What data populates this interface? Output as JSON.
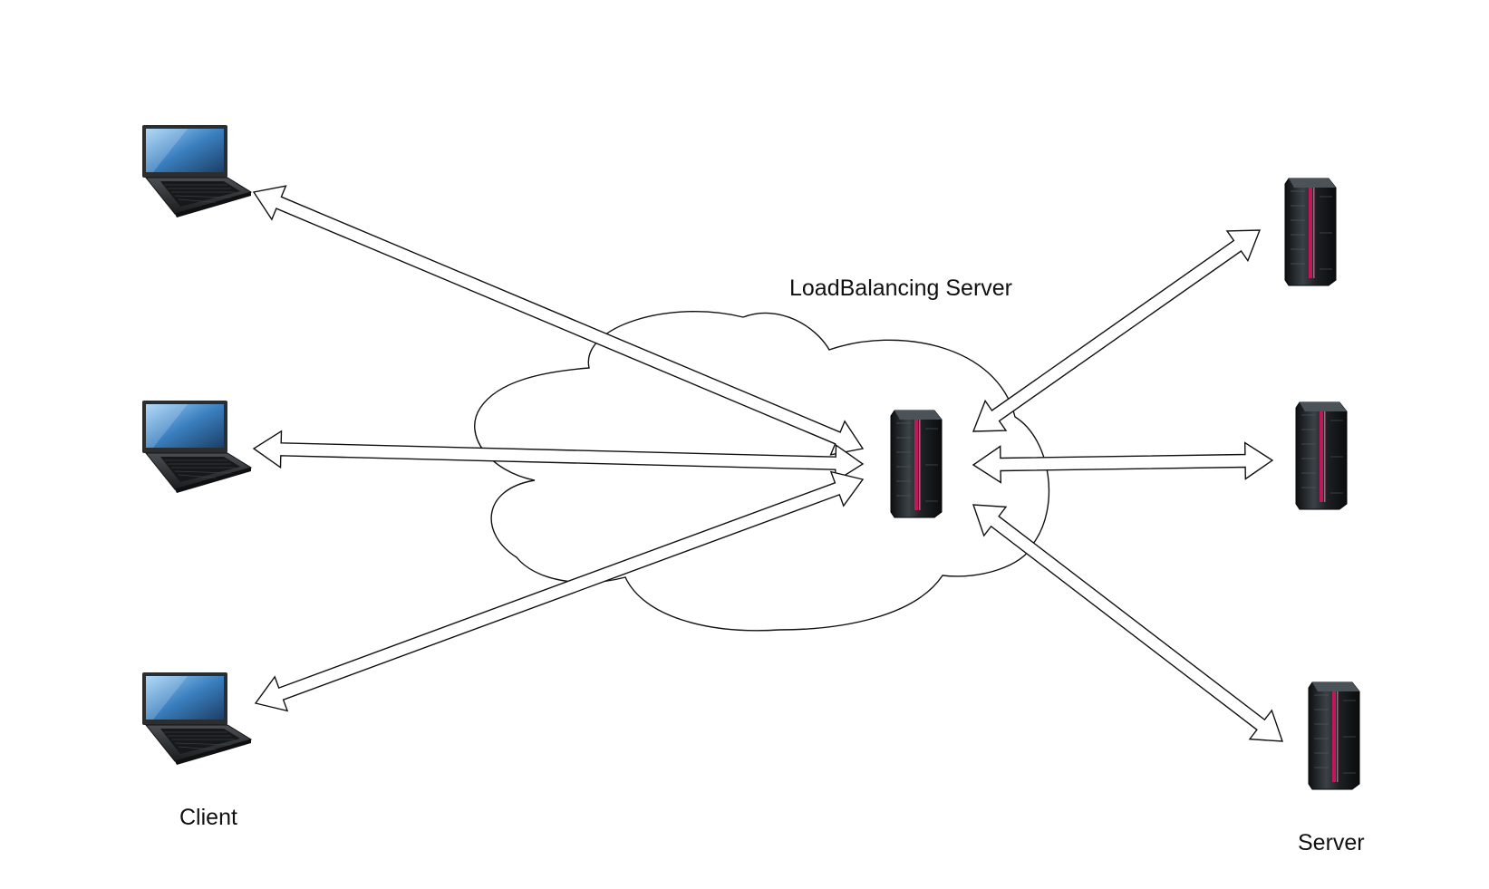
{
  "labels": {
    "load_balancer": "LoadBalancing Server",
    "clients": "Client",
    "servers": "Server"
  },
  "colors": {
    "line": "#111111",
    "arrow_fill": "#ffffff",
    "cloud_fill": "#ffffff",
    "server_body": "#1f2326",
    "server_accent": "#c2185b",
    "laptop_screen": "#3a7fbf",
    "laptop_body": "#2b2e31"
  },
  "nodes": {
    "clients": [
      {
        "icon": "laptop-icon"
      },
      {
        "icon": "laptop-icon"
      },
      {
        "icon": "laptop-icon"
      }
    ],
    "load_balancer": {
      "icon": "server-rack-icon",
      "container": "cloud-icon"
    },
    "servers": [
      {
        "icon": "server-rack-icon"
      },
      {
        "icon": "server-rack-icon"
      },
      {
        "icon": "server-rack-icon"
      }
    ]
  },
  "connections": [
    {
      "from": "clients.0",
      "to": "load_balancer",
      "type": "bidirectional"
    },
    {
      "from": "clients.1",
      "to": "load_balancer",
      "type": "bidirectional"
    },
    {
      "from": "clients.2",
      "to": "load_balancer",
      "type": "bidirectional"
    },
    {
      "from": "load_balancer",
      "to": "servers.0",
      "type": "bidirectional"
    },
    {
      "from": "load_balancer",
      "to": "servers.1",
      "type": "bidirectional"
    },
    {
      "from": "load_balancer",
      "to": "servers.2",
      "type": "bidirectional"
    }
  ]
}
